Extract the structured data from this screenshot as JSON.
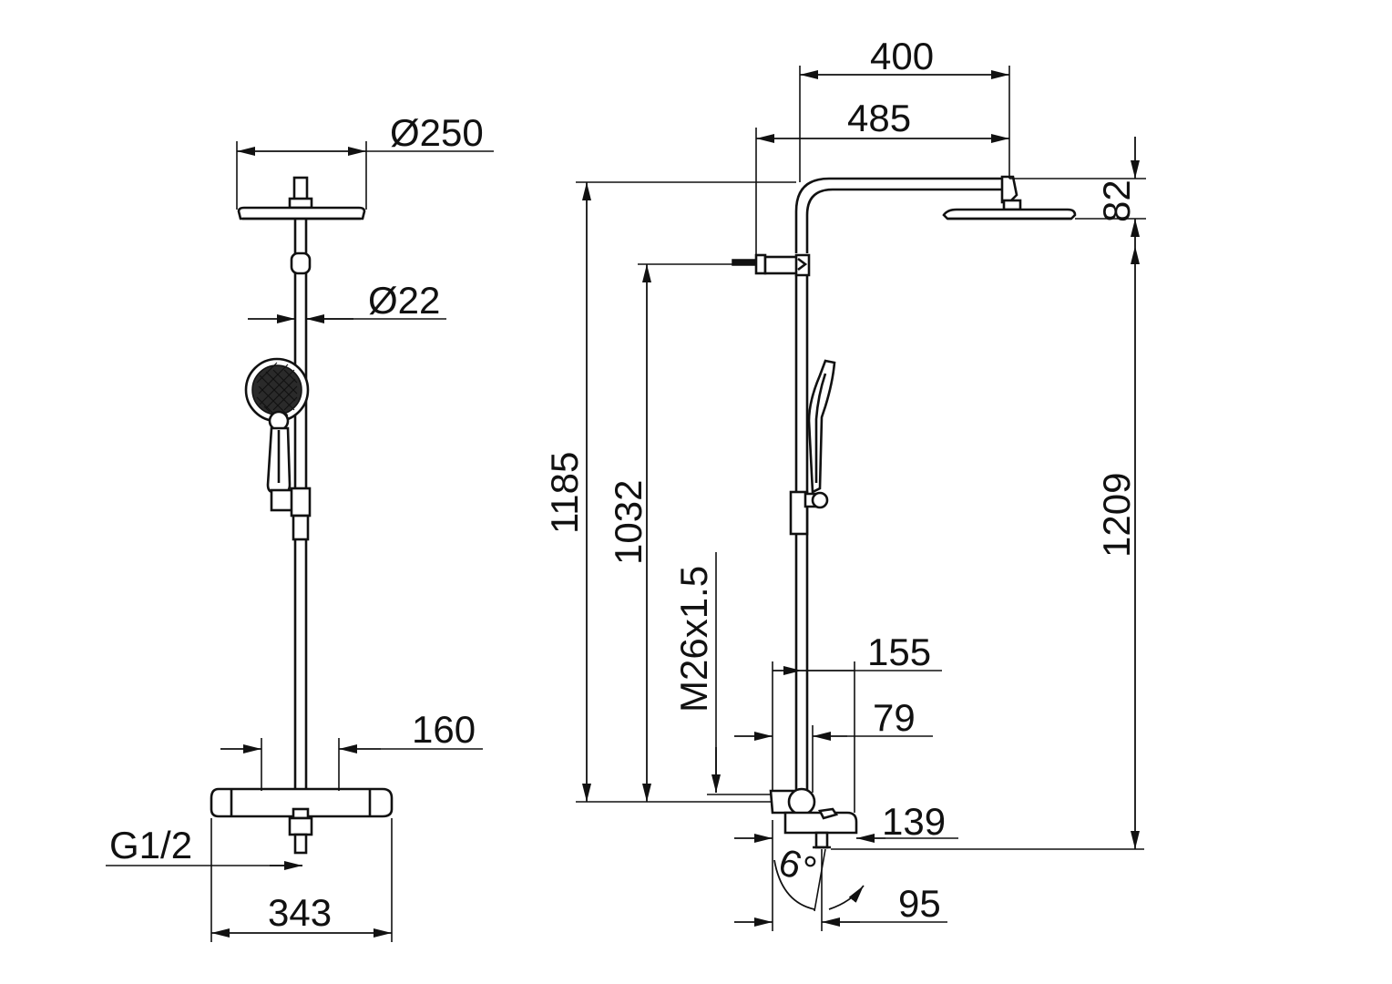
{
  "drawing": {
    "type": "technical-dimension-drawing",
    "views": [
      "front-view",
      "side-view"
    ],
    "dimensions": {
      "head_diameter": "Ø250",
      "pipe_diameter": "Ø22",
      "thermostat_center": "160",
      "inlet_thread": "G1/2",
      "thermostat_width": "343",
      "arm_reach_head": "400",
      "arm_reach_total": "485",
      "head_height": "82",
      "total_height": "1185",
      "wall_bracket_height": "1032",
      "thread_spec": "M26x1.5",
      "head_to_thermostat": "1209",
      "thermostat_depth": "155",
      "pipe_offset": "79",
      "spout_projection": "139",
      "tilt_angle": "6°",
      "spout_depth": "95"
    }
  }
}
